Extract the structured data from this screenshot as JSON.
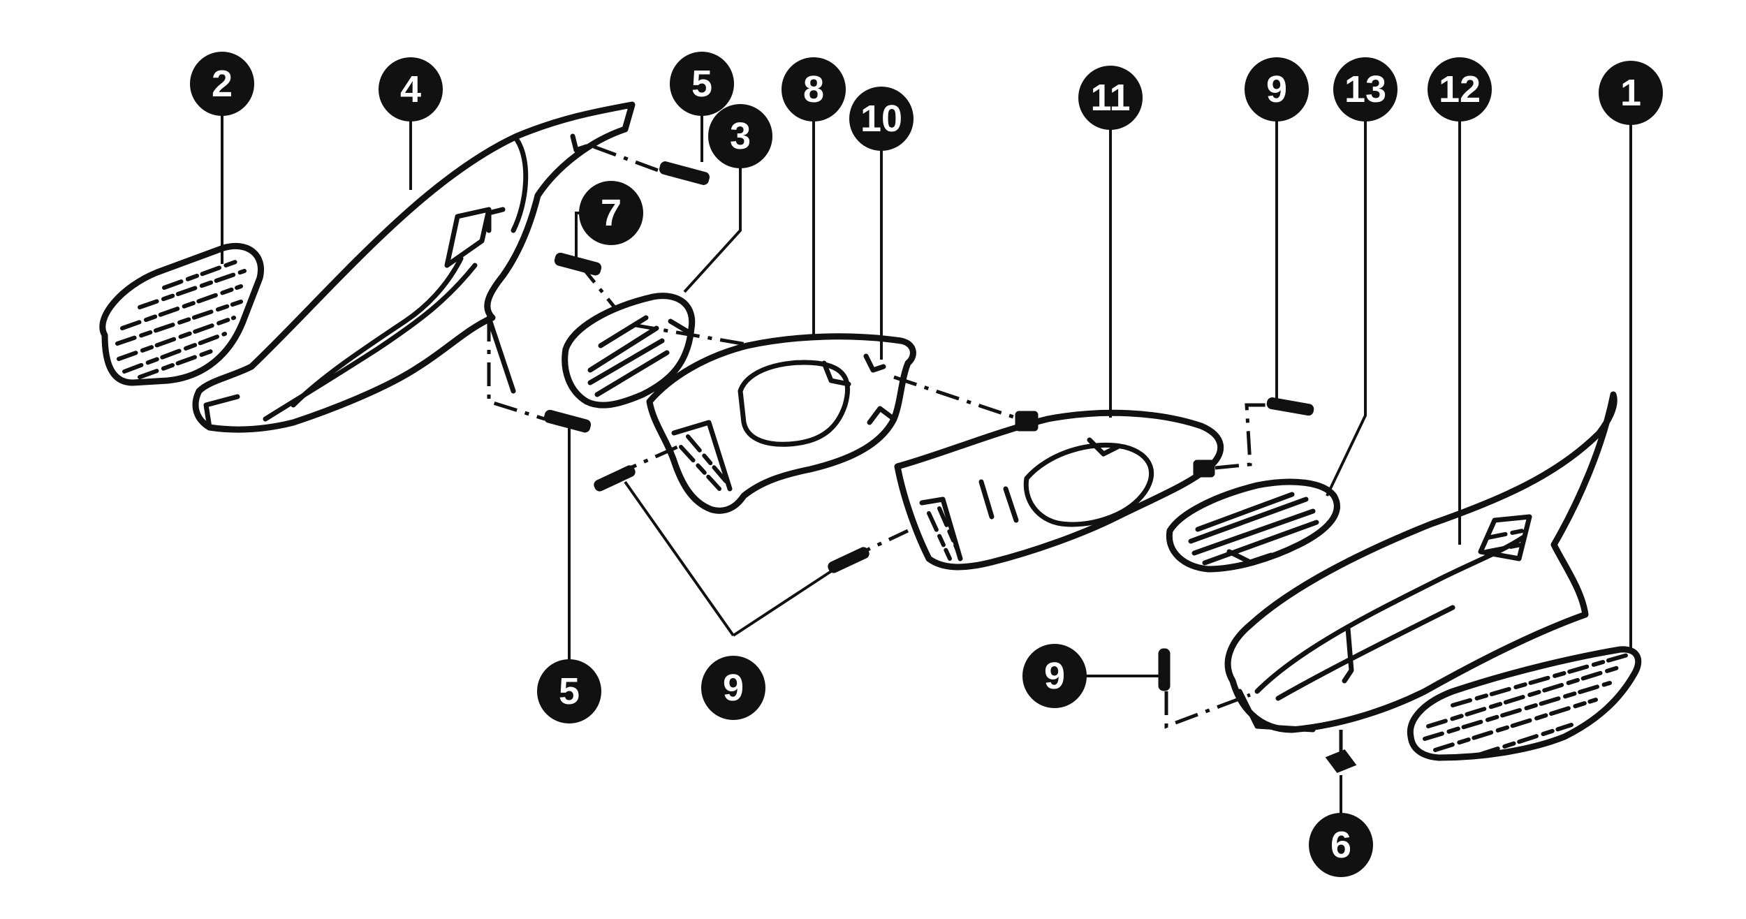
{
  "callouts": [
    {
      "id": "c2",
      "label": "2"
    },
    {
      "id": "c4",
      "label": "4"
    },
    {
      "id": "c5a",
      "label": "5"
    },
    {
      "id": "c3",
      "label": "3"
    },
    {
      "id": "c7",
      "label": "7"
    },
    {
      "id": "c8",
      "label": "8"
    },
    {
      "id": "c10",
      "label": "10"
    },
    {
      "id": "c11",
      "label": "11"
    },
    {
      "id": "c9a",
      "label": "9"
    },
    {
      "id": "c13",
      "label": "13"
    },
    {
      "id": "c12",
      "label": "12"
    },
    {
      "id": "c1",
      "label": "1"
    },
    {
      "id": "c5b",
      "label": "5"
    },
    {
      "id": "c9b",
      "label": "9"
    },
    {
      "id": "c9c",
      "label": "9"
    },
    {
      "id": "c6",
      "label": "6"
    }
  ],
  "colors": {
    "ink": "#111111",
    "paper": "#ffffff"
  }
}
